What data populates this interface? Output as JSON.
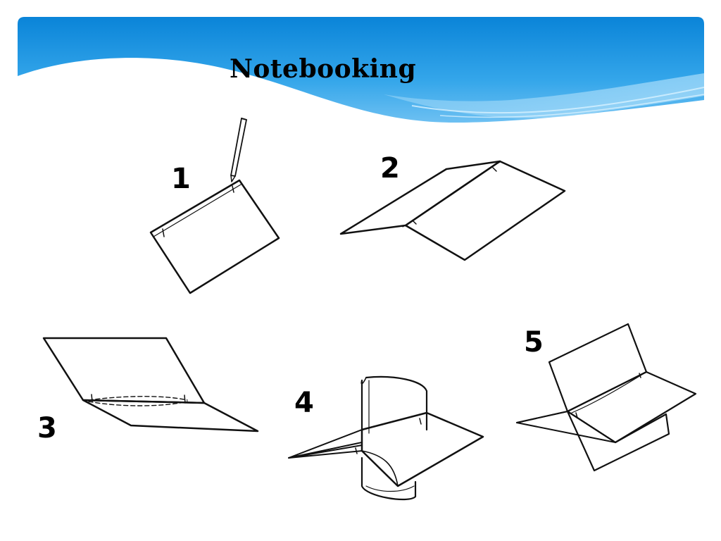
{
  "slide": {
    "title": "Notebooking",
    "steps": [
      {
        "label": "1",
        "icon": "paper-with-pencil-icon"
      },
      {
        "label": "2",
        "icon": "folded-paper-icon"
      },
      {
        "label": "3",
        "icon": "open-folded-paper-icon"
      },
      {
        "label": "4",
        "icon": "rolled-insert-paper-icon"
      },
      {
        "label": "5",
        "icon": "stacked-folded-papers-icon"
      }
    ]
  },
  "colors": {
    "banner_blue": "#0a84d8",
    "banner_light": "#8fd0f5",
    "ink": "#111111"
  }
}
